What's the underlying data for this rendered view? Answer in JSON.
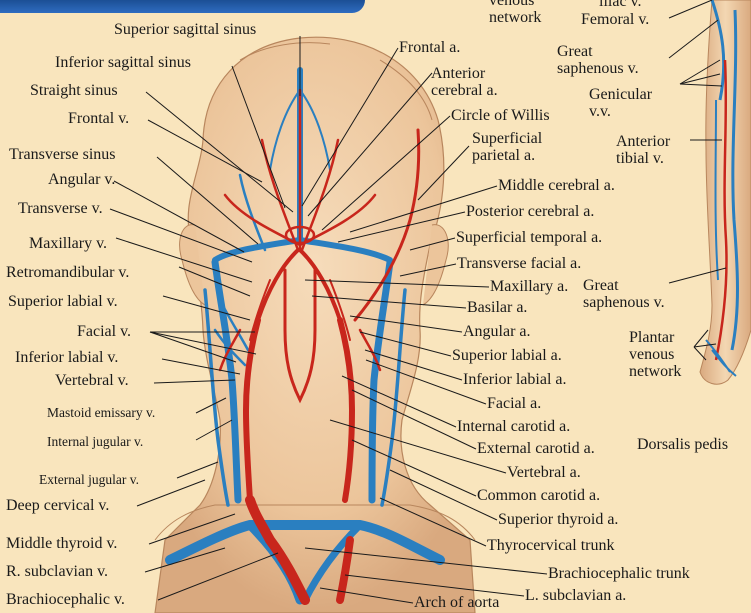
{
  "labels": {
    "venous_network_top": "venous\nnetwork",
    "iliac_v": "iliac v.",
    "femoral_v": "Femoral v.",
    "superior_sagittal_sinus": "Superior sagittal sinus",
    "frontal_a": "Frontal a.",
    "great_saphenous_v_top": "Great\nsaphenous v.",
    "inferior_sagittal_sinus": "Inferior sagittal sinus",
    "anterior_cerebral_a": "Anterior\ncerebral a.",
    "genicular_vv": "Genicular\nv.v.",
    "straight_sinus": "Straight sinus",
    "circle_of_willis": "Circle of Willis",
    "frontal_v": "Frontal v.",
    "superficial_parietal_a": "Superficial\nparietal a.",
    "anterior_tibial_v": "Anterior\ntibial v.",
    "transverse_sinus": "Transverse sinus",
    "angular_v": "Angular v.",
    "middle_cerebral_a": "Middle cerebral a.",
    "transverse_v": "Transverse v.",
    "posterior_cerebral_a": "Posterior cerebral a.",
    "maxillary_v": "Maxillary v.",
    "superficial_temporal_a": "Superficial temporal a.",
    "retromandibular_v": "Retromandibular v.",
    "transverse_facial_a": "Transverse facial a.",
    "maxillary_a": "Maxillary a.",
    "great_saphenous_v_mid": "Great\nsaphenous v.",
    "superior_labial_v": "Superior labial v.",
    "basilar_a": "Basilar a.",
    "facial_v": "Facial v.",
    "angular_a": "Angular a.",
    "plantar_venous_network": "Plantar\nvenous\nnetwork",
    "inferior_labial_v": "Inferior labial v.",
    "superior_labial_a": "Superior labial a.",
    "vertebral_v": "Vertebral v.",
    "inferior_labial_a": "Inferior labial a.",
    "facial_a": "Facial a.",
    "mastoid_emissary_v": "Mastoid emissary v.",
    "internal_carotid_a": "Internal carotid a.",
    "dorsalis_pedis": "Dorsalis pedis",
    "internal_jugular_v": "Internal jugular v.",
    "external_carotid_a": "External carotid a.",
    "vertebral_a": "Vertebral a.",
    "external_jugular_v": "External jugular v.",
    "deep_cervical_v": "Deep cervical v.",
    "common_carotid_a": "Common carotid a.",
    "superior_thyroid_a": "Superior thyroid a.",
    "middle_thyroid_v": "Middle thyroid v.",
    "thyrocervical_trunk": "Thyrocervical trunk",
    "r_subclavian_v": "R. subclavian v.",
    "brachiocephalic_trunk": "Brachiocephalic trunk",
    "l_subclavian_a": "L. subclavian a.",
    "brachiocephalic_v": "Brachiocephalic v.",
    "arch_of_aorta": "Arch of aorta"
  },
  "colors": {
    "background": "#f9e5bd",
    "skin": "#f0cfa6",
    "skin_shadow": "#d9a97f",
    "artery": "#c8261c",
    "vein": "#2a7fc0",
    "leader": "#1a1a1a",
    "ribbon": "#2a62b4"
  }
}
